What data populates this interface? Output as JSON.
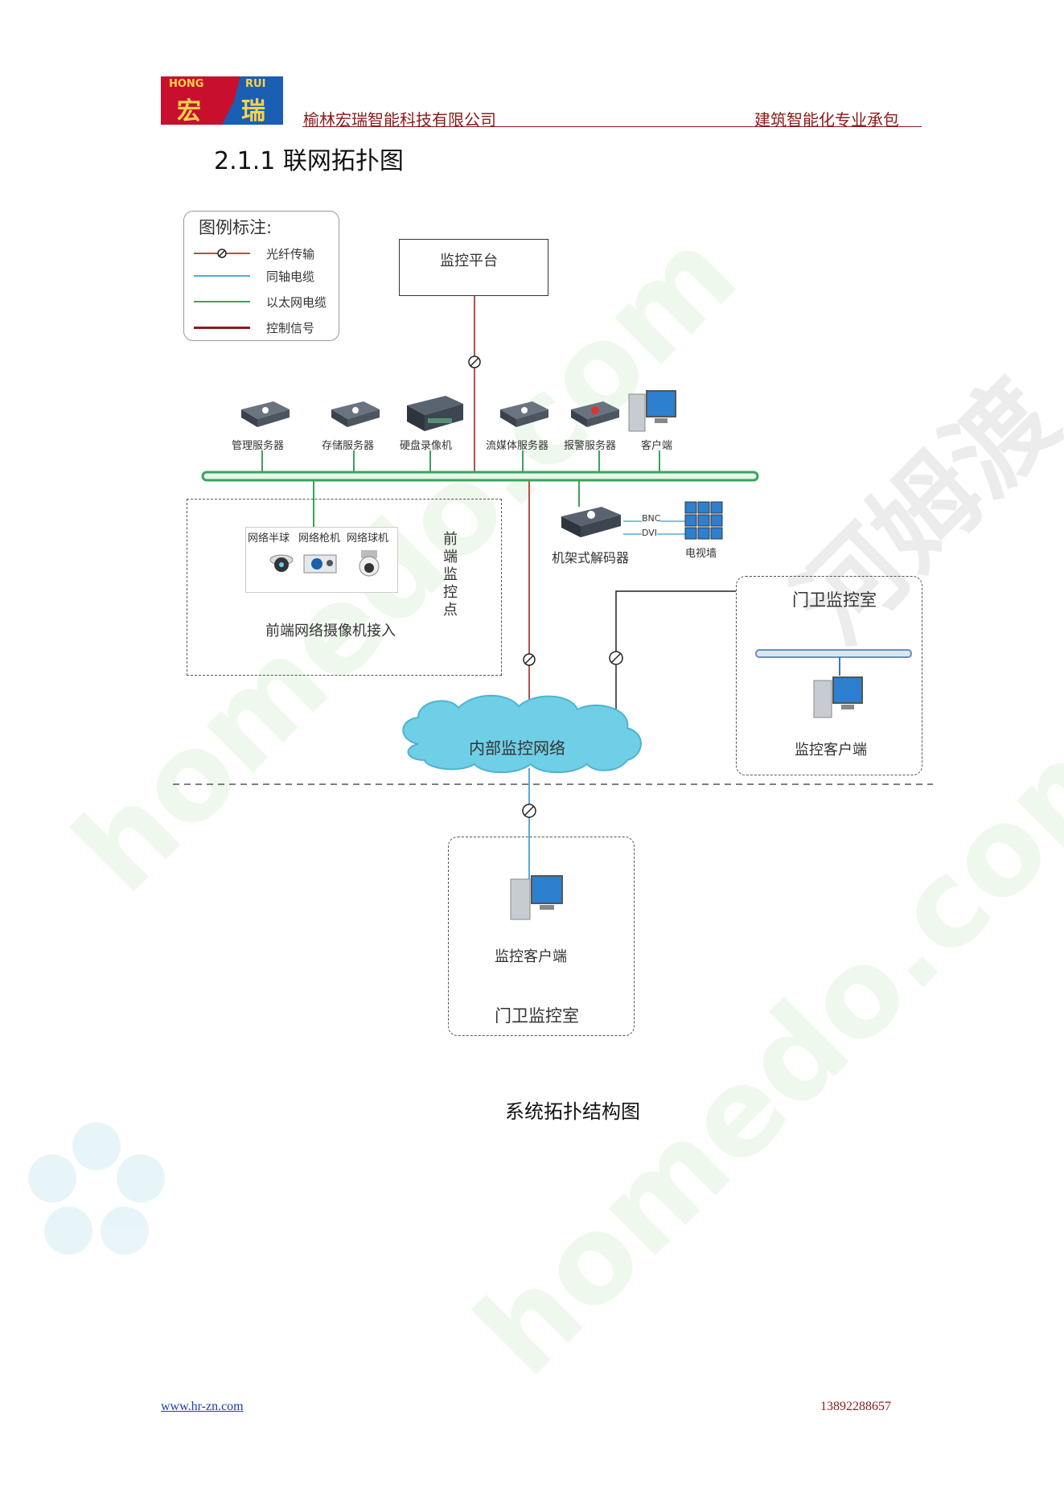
{
  "header": {
    "logo_top_left": "HONG",
    "logo_top_right": "RUI",
    "logo_char_left": "宏",
    "logo_char_right": "瑞",
    "company": "榆林宏瑞智能科技有限公司",
    "slogan": "建筑智能化专业承包"
  },
  "section_title": "2.1.1 联网拓扑图",
  "legend": {
    "title": "图例标注:",
    "items": [
      {
        "label": "光纤传输",
        "color": "#b5524a"
      },
      {
        "label": "同轴电缆",
        "color": "#5aa9d6"
      },
      {
        "label": "以太网电缆",
        "color": "#3aa35a"
      },
      {
        "label": "控制信号",
        "color": "#8b1a1a"
      }
    ]
  },
  "diagram": {
    "platform": "监控平台",
    "devices": [
      "管理服务器",
      "存储服务器",
      "硬盘录像机",
      "流媒体服务器",
      "报警服务器",
      "客户端"
    ],
    "front_end": {
      "cameras": [
        "网络半球",
        "网络枪机",
        "网络球机"
      ],
      "side_label": "前端监控点",
      "label": "前端网络摄像机接入"
    },
    "decoder": "机架式解码器",
    "decoder_ports": [
      "BNC",
      "DVI"
    ],
    "tv_wall": "电视墙",
    "guard_room_right": {
      "title": "门卫监控室",
      "client": "监控客户端"
    },
    "network": "内部监控网络",
    "guard_room_bottom": {
      "client": "监控客户端",
      "title": "门卫监控室"
    }
  },
  "caption": "系统拓扑结构图",
  "footer": {
    "website": "www.hr-zn.com",
    "phone": "13892288657"
  },
  "watermark": {
    "latin": "homedo.com",
    "cn": "河姆渡"
  },
  "colors": {
    "ethernet": "#3aa35a",
    "fiber": "#b5524a",
    "coax": "#5aa9d6",
    "cloud": "#6fcfe6",
    "brand_red": "#c8102e",
    "brand_blue": "#1a5fb4"
  }
}
